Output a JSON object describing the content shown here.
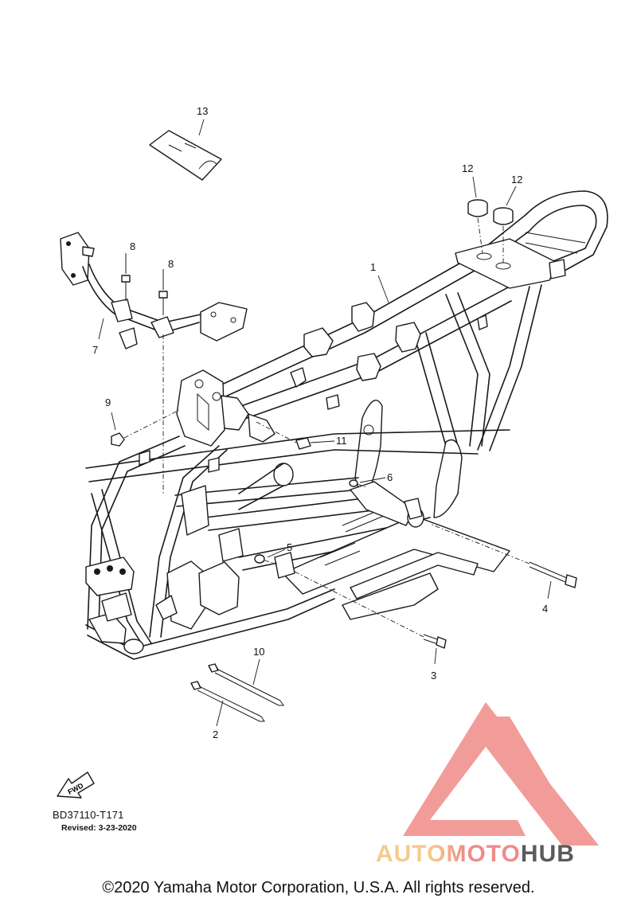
{
  "diagram": {
    "callouts": [
      {
        "id": "c1",
        "label": "1"
      },
      {
        "id": "c2",
        "label": "2"
      },
      {
        "id": "c3",
        "label": "3"
      },
      {
        "id": "c4",
        "label": "4"
      },
      {
        "id": "c5",
        "label": "5"
      },
      {
        "id": "c6",
        "label": "6"
      },
      {
        "id": "c7",
        "label": "7"
      },
      {
        "id": "c8a",
        "label": "8"
      },
      {
        "id": "c8b",
        "label": "8"
      },
      {
        "id": "c9",
        "label": "9"
      },
      {
        "id": "c10",
        "label": "10"
      },
      {
        "id": "c11",
        "label": "11"
      },
      {
        "id": "c12a",
        "label": "12"
      },
      {
        "id": "c12b",
        "label": "12"
      },
      {
        "id": "c13",
        "label": "13"
      }
    ],
    "fwd_label": "FWD",
    "code": "BD37110-T171",
    "revised": "Revised: 3-23-2020"
  },
  "watermark": {
    "part1": "AUTOMOTO",
    "part2": "HUB",
    "colors": {
      "logo": "#f08b88",
      "auto": "#f6c98c",
      "moto": "#f08b88",
      "hub": "#5a5a5a"
    }
  },
  "footer": {
    "copyright": "©2020 Yamaha Motor Corporation, U.S.A. All rights reserved."
  }
}
